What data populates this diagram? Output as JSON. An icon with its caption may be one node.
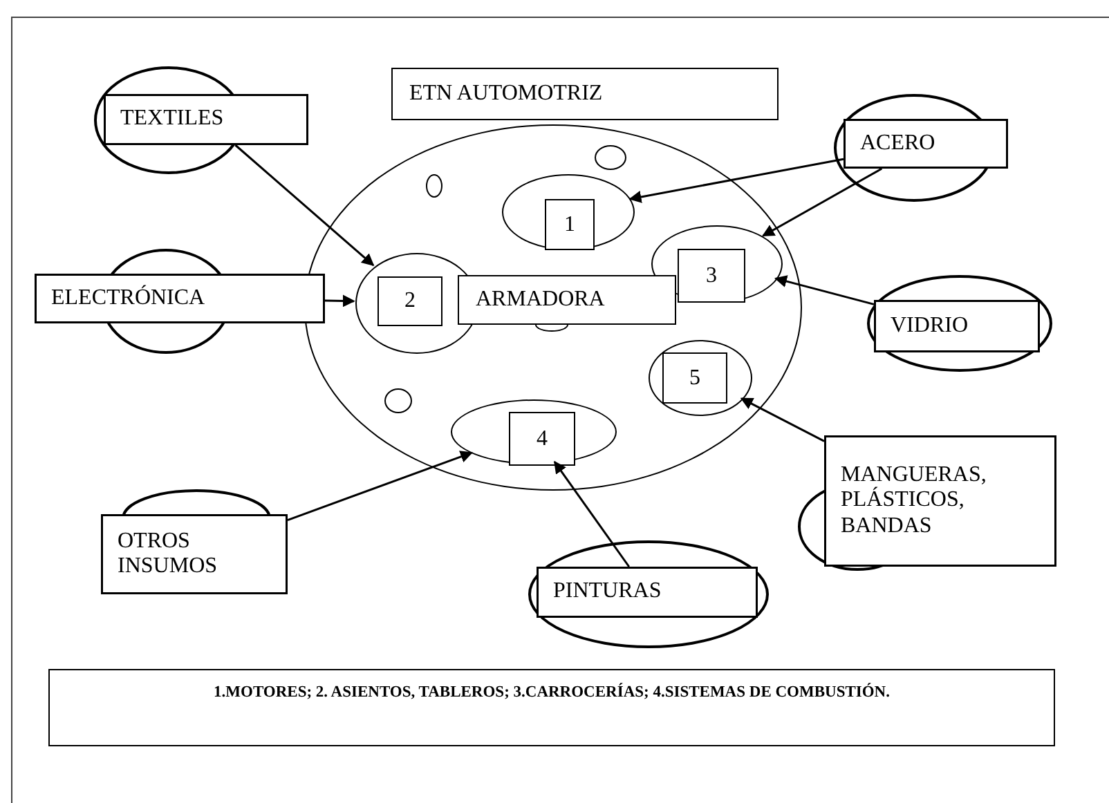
{
  "diagram": {
    "nodes": [
      {
        "text": [
          "ETN AUTOMOTRIZ"
        ]
      },
      {
        "text": [
          "TEXTILES"
        ]
      },
      {
        "text": [
          "ACERO"
        ]
      },
      {
        "text": [],
        "shape": "circle"
      },
      {
        "text": [
          "1"
        ],
        "in": 3
      },
      {
        "text": [
          "2"
        ],
        "in": 3
      },
      {
        "text": [
          "ARMADORA"
        ],
        "in": 3
      },
      {
        "text": [
          "3"
        ],
        "in": 3
      },
      {
        "text": [
          "5"
        ],
        "in": 3
      },
      {
        "text": [
          "4"
        ],
        "in": 3
      },
      {
        "text": [],
        "shape": "circle",
        "in": 3
      },
      {
        "text": [],
        "shape": "circle",
        "in": 3
      },
      {
        "text": [],
        "shape": "circle",
        "in": 3
      },
      {
        "text": [],
        "shape": "circle",
        "in": 3
      },
      {
        "text": [
          "ELECTRÓNICA"
        ]
      },
      {
        "text": [
          "VIDRIO"
        ]
      },
      {
        "text": [
          "MANGUERAS, PLÁSTICOS, BANDAS"
        ]
      },
      {
        "text": [
          "OTROS INSUMOS"
        ]
      },
      {
        "text": [
          "PINTURAS"
        ]
      },
      {
        "text": [
          "1.MOTORES; 2. ASIENTOS, TABLEROS; 3.CARROCERÍAS; 4.SISTEMAS DE COMBUSTIÓN."
        ]
      }
    ],
    "edges": [
      {
        "from": 1,
        "to": 5,
        "arrow": "to"
      },
      {
        "from": 14,
        "to": 5,
        "arrow": "to"
      },
      {
        "from": 2,
        "to": 4,
        "arrow": "to"
      },
      {
        "from": 2,
        "to": 7,
        "arrow": "to"
      },
      {
        "from": 15,
        "to": 7,
        "arrow": "to"
      },
      {
        "from": 16,
        "to": 8,
        "arrow": "to"
      },
      {
        "from": 17,
        "to": 9,
        "arrow": "to"
      },
      {
        "from": 18,
        "to": 9,
        "arrow": "to"
      }
    ]
  }
}
